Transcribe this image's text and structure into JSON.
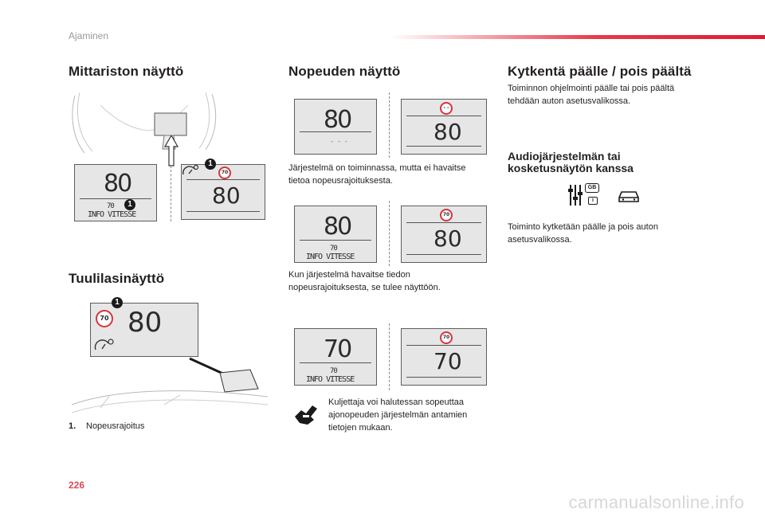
{
  "header": {
    "section": "Ajaminen"
  },
  "page_number": "226",
  "watermark": "carmanualsonline.info",
  "col1": {
    "title_instrument": "Mittariston näyttö",
    "title_windscreen": "Tuulilasinäyttö",
    "footnote_number": "1.",
    "footnote_text": "Nopeusrajoitus",
    "cluster_speed": "80",
    "cluster_limit": "70",
    "cluster_info": "INFO VITESSE",
    "alt_speed": "80",
    "alt_sign": "70",
    "hud_speed": "80",
    "hud_sign": "70",
    "marker": "1"
  },
  "col2": {
    "title": "Nopeuden näyttö",
    "row1": {
      "left_speed": "80",
      "left_dashes": "- - -",
      "right_sign": "- -",
      "right_speed": "80"
    },
    "caption1": "Järjestelmä on toiminnassa, mutta ei havaitse tietoa nopeusrajoituksesta.",
    "row2": {
      "left_speed": "80",
      "left_limit": "70",
      "left_info": "INFO VITESSE",
      "right_sign": "70",
      "right_speed": "80"
    },
    "caption2": "Kun järjestelmä havaitse tiedon nopeusrajoituksesta, se tulee näyttöön.",
    "row3": {
      "left_speed": "70",
      "left_limit": "70",
      "left_info": "INFO VITESSE",
      "right_sign": "70",
      "right_speed": "70"
    },
    "caption3": "Kuljettaja voi halutessan sopeuttaa ajonopeuden järjestelmän antamien tietojen mukaan."
  },
  "col3": {
    "title": "Kytkentä päälle / pois päältä",
    "text1": "Toiminnon ohjelmointi päälle tai pois päältä tehdään auton asetusvalikossa.",
    "subtitle": "Audiojärjestelmän tai kosketusnäytön kanssa",
    "icon_gb": "GB",
    "icon_i": "i",
    "text2": "Toiminto kytketään päälle ja pois auton asetusvalikossa."
  }
}
